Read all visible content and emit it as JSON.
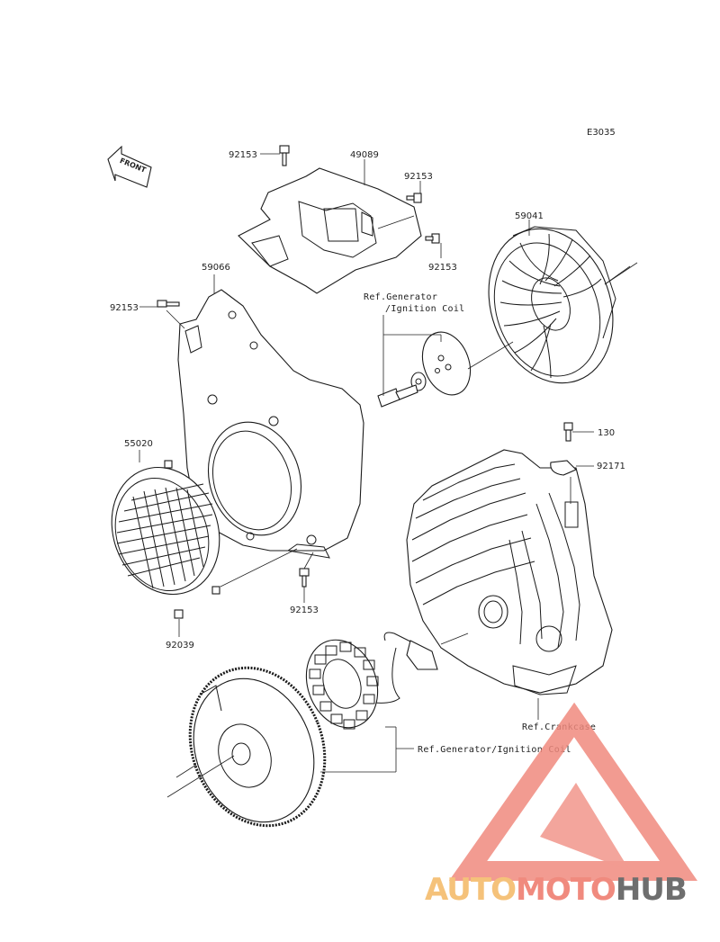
{
  "diagram": {
    "code": "E3035",
    "front_label": "FRONT",
    "parts": [
      {
        "id": "p-92153-a",
        "label": "92153"
      },
      {
        "id": "p-49089",
        "label": "49089"
      },
      {
        "id": "p-92153-b",
        "label": "92153"
      },
      {
        "id": "p-92153-c",
        "label": "92153"
      },
      {
        "id": "p-59041",
        "label": "59041"
      },
      {
        "id": "p-59066",
        "label": "59066"
      },
      {
        "id": "p-92153-d",
        "label": "92153"
      },
      {
        "id": "p-55020",
        "label": "55020"
      },
      {
        "id": "p-92153-e",
        "label": "92153"
      },
      {
        "id": "p-92039",
        "label": "92039"
      },
      {
        "id": "p-130",
        "label": "130"
      },
      {
        "id": "p-92171",
        "label": "92171"
      }
    ],
    "refs": {
      "gen_ign_1": "Ref.Generator",
      "gen_ign_2": "/Ignition Coil",
      "crankcase": "Ref.Crankcase",
      "gen_ign_bottom": "Ref.Generator/Ignition Coil"
    }
  },
  "watermark": {
    "part1": "AUTO",
    "part2": "MOTO",
    "part3": "HUB",
    "colors": {
      "auto": "#f5c27a",
      "moto": "#f08a7e",
      "hub": "#6e6e6e",
      "triangle": "#f08a7e"
    }
  }
}
